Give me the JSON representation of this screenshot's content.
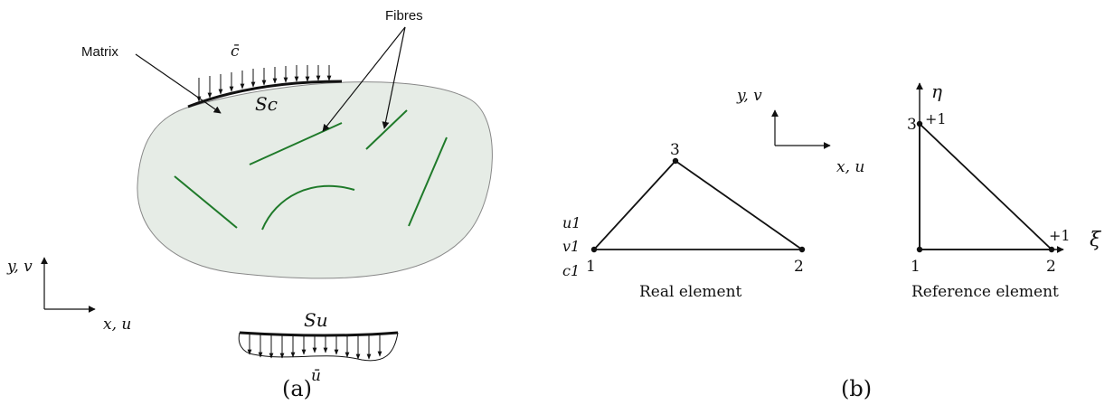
{
  "panel_a": {
    "caption": "(a)",
    "matrix_label": "Matrix",
    "fibres_label": "Fibres",
    "traction_symbol": "c̄",
    "traction_boundary": "Sc",
    "displacement_boundary": "Su",
    "displacement_symbol": "ū",
    "axis_y": "y, v",
    "axis_x": "x, u",
    "colors": {
      "domain_fill": "#e6ece6",
      "fibre": "#1f7a2a"
    }
  },
  "panel_b": {
    "caption": "(b)",
    "axis_y": "y, v",
    "axis_x": "x, u",
    "real_element": {
      "title": "Real element",
      "node1": "1",
      "node2": "2",
      "node3": "3",
      "dof_u": "u1",
      "dof_v": "v1",
      "dof_c": "c1"
    },
    "reference_element": {
      "title": "Reference element",
      "node1": "1",
      "node2": "2",
      "node3": "3",
      "axis_eta": "η",
      "axis_xi": "ξ",
      "tick_eta": "+1",
      "tick_xi": "+1"
    }
  }
}
